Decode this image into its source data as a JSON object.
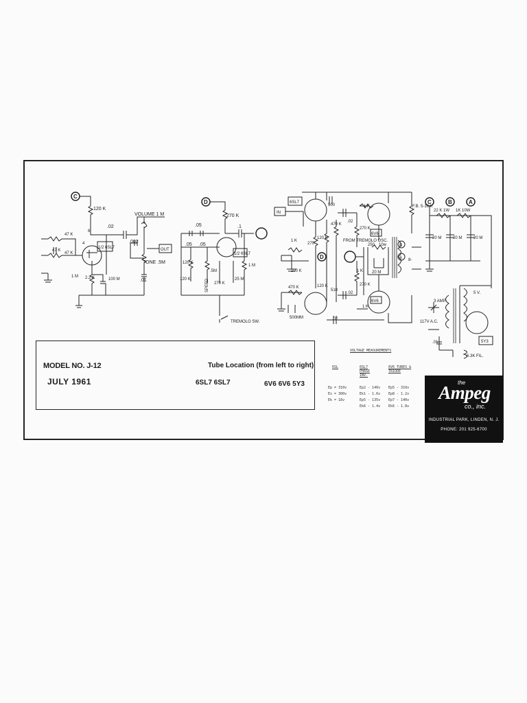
{
  "title_block": {
    "model": "MODEL NO. J-12",
    "date": "JULY 1961",
    "tube_heading": "Tube Location (from left to right)",
    "tubes_a": "6SL7  6SL7",
    "tubes_b": "6V6  6V6  5Y3"
  },
  "logo": {
    "the": "the",
    "brand": "Ampeg",
    "co": "co., inc.",
    "address": "INDUSTRIAL PARK, LINDEN, N. J.",
    "phone": "PHONE: 201 925-6700"
  },
  "voltage_table": {
    "title": "VOLTAGE MEASUREMENTS",
    "headers": [
      "6SL",
      "6SL7 PHASE INV.",
      "6V6 TUBES & TRIODE"
    ],
    "rows": [
      [
        "Ep = 310v",
        "Ep2 - 140v",
        "Ep5 - 310v"
      ],
      [
        "Ex = 300v",
        "Ek1 - 1.6v",
        "Ep8 - 1.2v"
      ],
      [
        "Ek = 18v",
        "Ep5 - 135v",
        "Ep7 - 140v"
      ],
      [
        "",
        "Ek6 - 1.4v",
        "Ek6 - 1.8v"
      ]
    ]
  },
  "schematic": {
    "preamp": {
      "node": "C",
      "r_plate": "120 K",
      "c_coupling": ".02",
      "volume": "VOLUME 1 M",
      "tube_label": "1/2 6SL7",
      "c_tone": ".002",
      "tone": "TONE .5M",
      "c_tone2": ".01",
      "out": "OUT",
      "r_in1": "47 K",
      "r_in2": "47 K",
      "r_in3": "47 K",
      "r_grid": "2.2 K",
      "c_bypass": "100 M",
      "r_ak": "1 M",
      "pin6": "6",
      "pin4": "4"
    },
    "tremolo": {
      "node": "D",
      "r_plate": "270 K",
      "c1": ".05",
      "c2": ".05",
      "c3": ".05",
      "c_out": ".1",
      "tube_label": "1/2 6SL7",
      "r1": "120 K",
      "r2": "120 K",
      "speed": "SPEED",
      "r_speed": ".5M",
      "r_k": "270 K",
      "pot": "25 M",
      "r_out": "1 M",
      "switch": "TREMOLO SW."
    },
    "phase_inv": {
      "in": "IN",
      "tube": "6SL7",
      "c_top": "500",
      "r_1k_a": "1 K",
      "r_1k_b": "1 K",
      "r_100k": "100 K",
      "r_270": "270",
      "r_120k_a": "120 K",
      "r_120k_b": "120 K",
      "r_470k_a": "470 K",
      "r_470k_b": "470 K",
      "r_510": "510",
      "c_02a": ".02",
      "c_02b": ".02",
      "c_02c": ".02",
      "c_500": "500MM",
      "node": "D",
      "from_trem": "FROM TREMOLO OSC.",
      "r_270k_a": "270 K",
      "r_270k_b": "270 K",
      "tube_6v6_a": "6V6",
      "tube_6v6_b": "6V6",
      "r_250": "250",
      "r_10w": "10w",
      "c_20m": "20 M",
      "r_1k_c": "1 K",
      "r_1k_d": "1 K",
      "fb": "F.B. 5-10 K",
      "spk": "8-"
    },
    "power": {
      "node_c": "C",
      "node_b": "B",
      "node_a": "A",
      "r1": "22 K 1W",
      "r2": "1K 10W",
      "cap1": "20 M",
      "cap2": "20 M",
      "cap3": "20 M",
      "fuse": "3 AMP.",
      "mains": "117V A.C.",
      "c_01": ".01",
      "tube": "5Y3",
      "heater": "6.3K FIL.",
      "sec": "5 V."
    }
  }
}
